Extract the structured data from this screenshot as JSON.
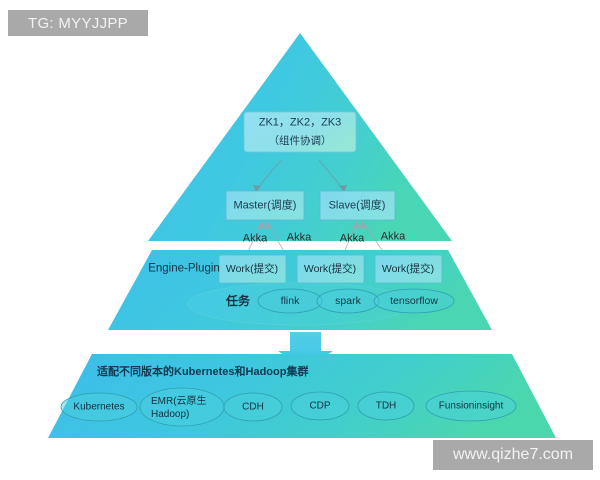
{
  "watermarks": {
    "top_left": "TG: MYYJJPP",
    "bottom_right": "www.qizhe7.com"
  },
  "colors": {
    "pyramid_cyan": "#3fc6e5",
    "pyramid_teal": "#3fd2bb",
    "box_fill_light": "#8fdff0",
    "box_border": "#5fb8cf",
    "arrow": "#45c8e2",
    "text_dark": "#17364a",
    "watermark_bg": "#a9a9a9",
    "watermark_text": "#f2f2f2",
    "background": "#ffffff"
  },
  "diagram": {
    "top_layer": {
      "name": "pyramid-apex-layer",
      "coordinator_box": {
        "line1": "ZK1，ZK2，ZK3",
        "line2": "（组件协调）"
      },
      "scheduler_boxes": [
        {
          "label": "Master(调度)"
        },
        {
          "label": "Slave(调度)"
        }
      ]
    },
    "connector_labels": [
      "Akka",
      "Akka",
      "Akka",
      "Akka"
    ],
    "middle_layer": {
      "name": "engine-plugin-layer",
      "title": "Engine-Plugin",
      "work_boxes": [
        {
          "label": "Work(提交)"
        },
        {
          "label": "Work(提交)"
        },
        {
          "label": "Work(提交)"
        }
      ],
      "task_group": {
        "label": "任务",
        "items": [
          {
            "label": "flink"
          },
          {
            "label": "spark"
          },
          {
            "label": "tensorflow"
          }
        ]
      }
    },
    "arrow": {
      "name": "down-arrow",
      "direction": "down"
    },
    "bottom_layer": {
      "name": "cluster-adaptation-layer",
      "title": "适配不同版本的Kubernetes和Hadoop集群",
      "items": [
        {
          "label": "Kubernetes",
          "lines": [
            "Kubernetes"
          ]
        },
        {
          "label": "EMR(云原生Hadoop)",
          "lines": [
            "EMR(云原生",
            "Hadoop)"
          ]
        },
        {
          "label": "CDH",
          "lines": [
            "CDH"
          ]
        },
        {
          "label": "CDP",
          "lines": [
            "CDP"
          ]
        },
        {
          "label": "TDH",
          "lines": [
            "TDH"
          ]
        },
        {
          "label": "Funsioninsight",
          "lines": [
            "Funsioninsight"
          ]
        }
      ]
    }
  }
}
